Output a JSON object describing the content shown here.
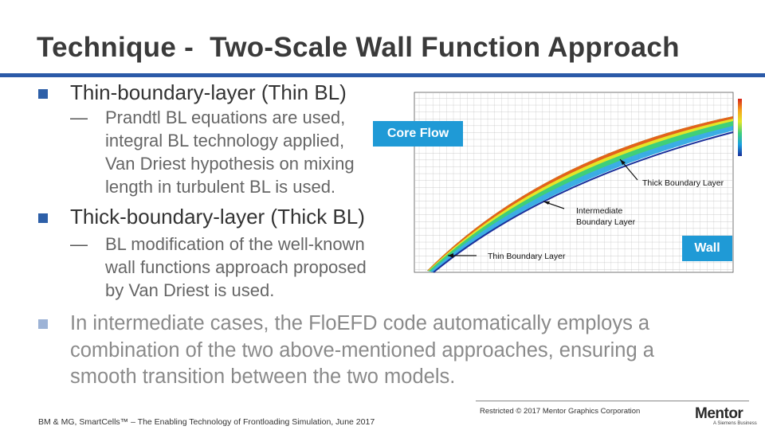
{
  "slide": {
    "title": "Technique -  Two-Scale Wall Function Approach",
    "bullets": [
      {
        "text": "Thin-boundary-layer (Thin BL)",
        "dash": "—",
        "sub_lines": [
          "Prandtl BL equations are used,",
          "integral BL technology applied,",
          "Van Driest hypothesis on mixing",
          "length in turbulent BL is used."
        ]
      },
      {
        "text": "Thick-boundary-layer (Thick BL)",
        "dash": "—",
        "sub_lines": [
          "BL modification of the well-known",
          "wall functions approach proposed",
          "by Van Driest is used."
        ]
      },
      {
        "lines": [
          "In intermediate cases, the FloEFD code automatically employs a",
          "combination of the two above-mentioned approaches, ensuring a",
          "smooth transition between the two models."
        ]
      }
    ]
  },
  "figure": {
    "callouts": {
      "core_flow": "Core Flow",
      "wall": "Wall"
    },
    "annotations": {
      "thick": "Thick Boundary Layer",
      "intermediate_1": "Intermediate",
      "intermediate_2": "Boundary Layer",
      "thin": "Thin Boundary Layer"
    },
    "colors": {
      "callout": "#1f9ad6",
      "accent": "#2b5aa8"
    }
  },
  "footer": {
    "left": "BM & MG, SmartCells™ – The Enabling Technology of Frontloading Simulation, June 2017",
    "right": "Restricted © 2017 Mentor Graphics Corporation",
    "logo": "Mentor",
    "logo_sub": "A Siemens Business"
  }
}
